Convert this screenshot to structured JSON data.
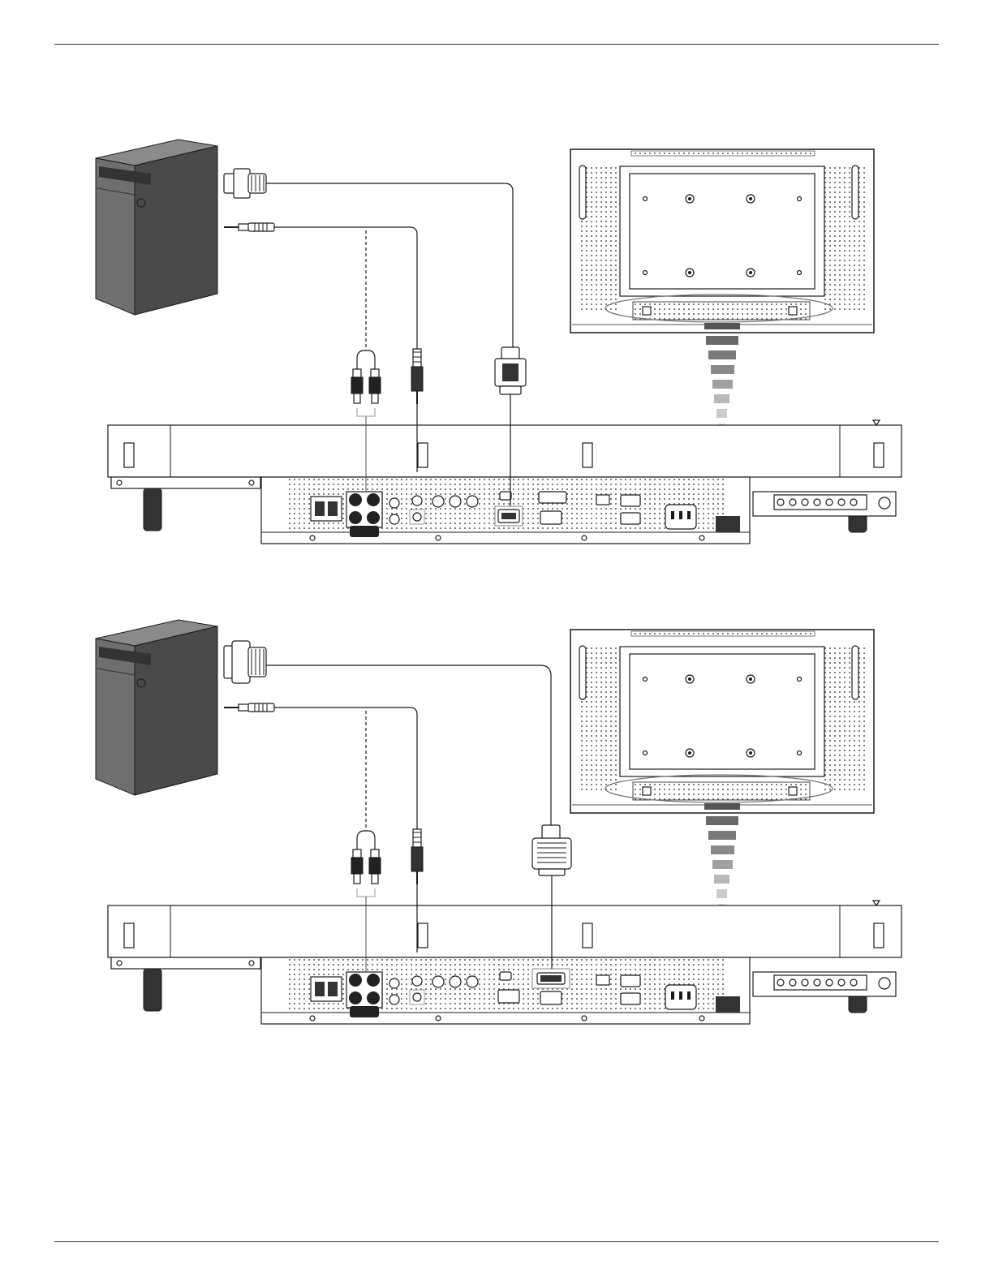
{
  "colors": {
    "line": "#1a1a1a",
    "pc_front": "#6f6f6f",
    "pc_side": "#4a4a4a",
    "pc_top": "#8a8a8a",
    "zoom_steps": [
      "#6a6a6a",
      "#7a7a7a",
      "#8a8a8a",
      "#a0a0a0",
      "#b8b8b8",
      "#cccccc",
      "#dddddd"
    ]
  },
  "icons": [
    "pc-tower-icon",
    "vga-connector-icon",
    "dvi-connector-icon",
    "audio-jack-icon",
    "rca-plug-icon",
    "display-rear-icon"
  ],
  "diagrams": [
    {
      "name": "vga-connection",
      "video_connector": "vga"
    },
    {
      "name": "dvi-connection",
      "video_connector": "dvi"
    }
  ]
}
